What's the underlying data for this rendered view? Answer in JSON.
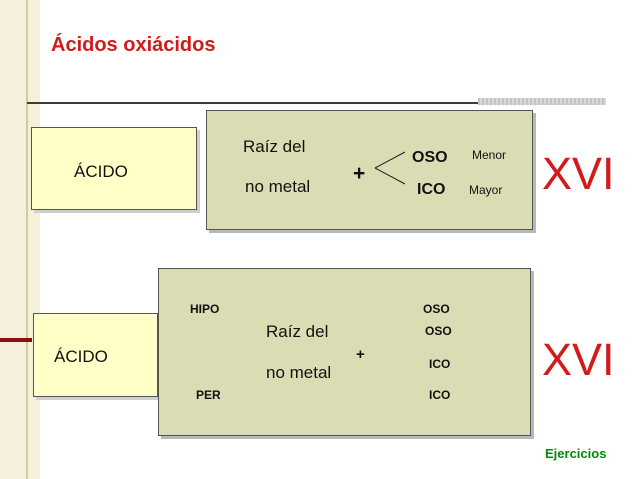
{
  "title": "Ácidos oxiácidos",
  "row1": {
    "acid_label": "ÁCIDO",
    "root_line1": "Raíz del",
    "root_line2": "no metal",
    "plus": "+",
    "suffix_top": "OSO",
    "suffix_top_note": "Menor",
    "suffix_bottom": "ICO",
    "suffix_bottom_note": "Mayor",
    "roman": "XVI"
  },
  "row2": {
    "acid_label": "ÁCIDO",
    "prefix_top": "HIPO",
    "prefix_bottom": "PER",
    "root_line1": "Raíz del",
    "root_line2": "no metal",
    "plus": "+",
    "suffix_1": "OSO",
    "suffix_2": "OSO",
    "suffix_3": "ICO",
    "suffix_4": "ICO",
    "roman": "XVI"
  },
  "footer": {
    "link": "Ejercicios"
  },
  "colors": {
    "title": "#d21b1b",
    "link": "#008a10",
    "box_left": "#ffffc8",
    "box_right": "#dcdcb4"
  }
}
